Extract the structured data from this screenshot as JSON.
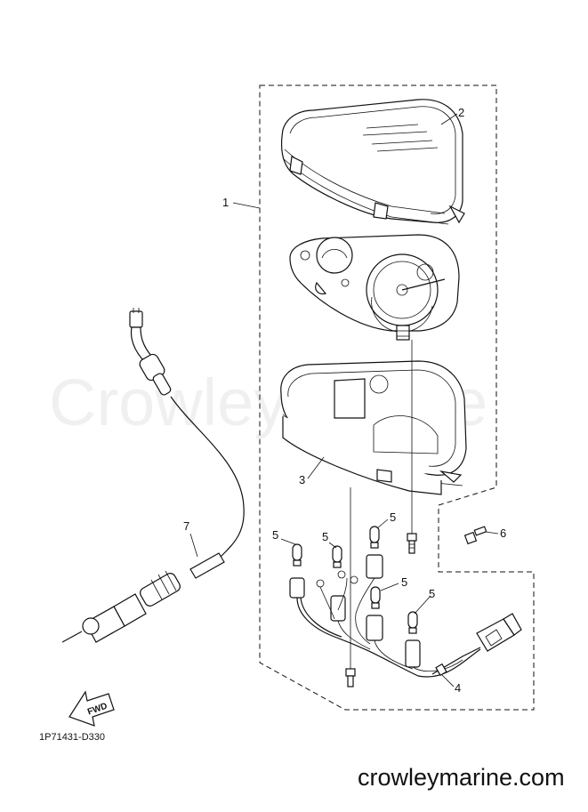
{
  "watermark": "Crowleymarine",
  "footer_site": "crowleymarine.com",
  "diagram_code": "1P71431-D330",
  "fwd_label": "FWD",
  "callouts": {
    "c1": "1",
    "c2": "2",
    "c3": "3",
    "c4": "4",
    "c5a": "5",
    "c5b": "5",
    "c5c": "5",
    "c5d": "5",
    "c5e": "5",
    "c6": "6",
    "c7": "7"
  },
  "icons": {
    "fwd": "fwd-arrow-icon",
    "bulb": "bulb-icon",
    "screw": "screw-icon"
  }
}
